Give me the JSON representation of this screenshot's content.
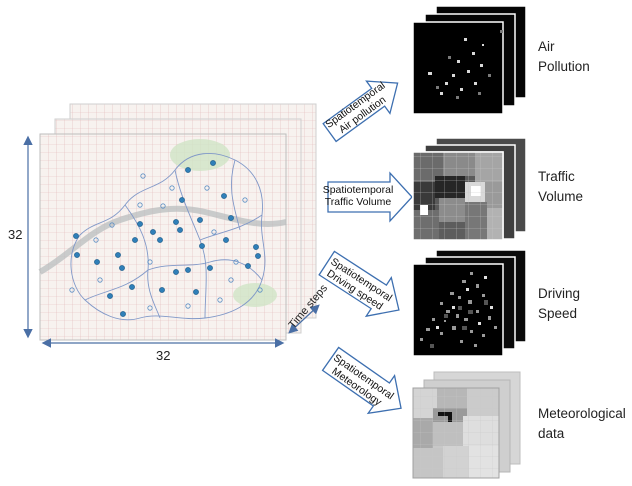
{
  "dimensions": {
    "height_label": "32",
    "width_label": "32",
    "time_label": "Time steps"
  },
  "arrows": [
    {
      "line1": "Spatiotemporal",
      "line2": "Air pollution"
    },
    {
      "line1": "Spatiotemporal",
      "line2": "Traffic Volume"
    },
    {
      "line1": "Spatiotemporal",
      "line2": "Driving speed"
    },
    {
      "line1": "Spatiotemporal",
      "line2": "Meteorology"
    }
  ],
  "outputs": [
    {
      "line1": "Air",
      "line2": "Pollution"
    },
    {
      "line1": "Traffic",
      "line2": "Volume"
    },
    {
      "line1": "Driving",
      "line2": "Speed"
    },
    {
      "line1": "Meteorological",
      "line2": "data"
    }
  ],
  "colors": {
    "dimension_arrow": "#4a6fa5",
    "flow_arrow_stroke": "#3d6fb0",
    "map_grid": "#e3b8b8",
    "map_boundary": "#7f97c8",
    "marker": "#2f7fb8"
  }
}
